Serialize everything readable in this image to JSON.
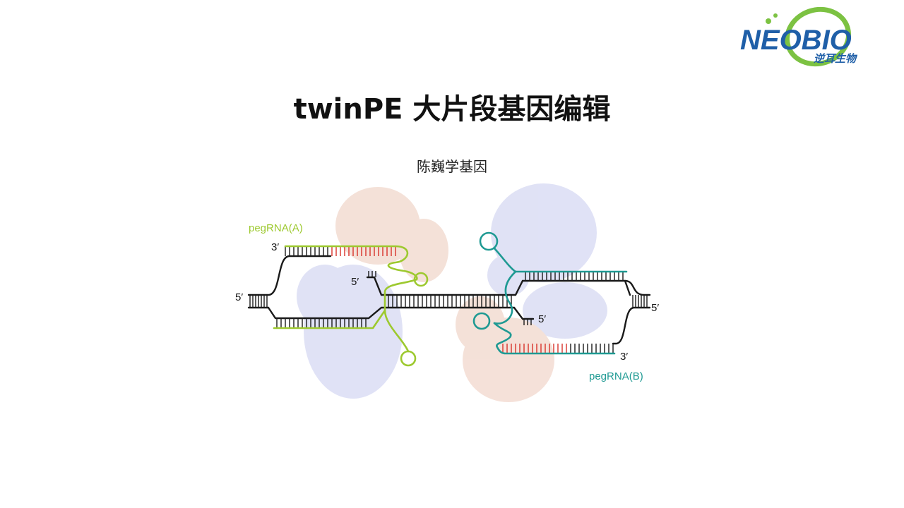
{
  "slide": {
    "title": "twinPE 大片段基因编辑",
    "subtitle": "陈巍学基因"
  },
  "logo": {
    "brand_text": "NEOBIO",
    "chinese_text": "逆耳生物",
    "colors": {
      "primary": "#1f5fa8",
      "accent": "#7cc242"
    }
  },
  "diagram": {
    "labels": {
      "pegrna_a": "pegRNA(A)",
      "pegrna_b": "pegRNA(B)",
      "left_5prime": "5′",
      "right_5prime": "5′",
      "top_3prime": "3′",
      "bottom_3prime": "3′",
      "nick_top_5prime": "5′",
      "nick_bottom_5prime": "5′"
    },
    "colors": {
      "dna": "#1a1a1a",
      "pegrna_a": "#9dc92f",
      "pegrna_b": "#1f9a93",
      "edit": "#d8332b",
      "protein_blue": "#aab0e0",
      "protein_tan": "#dcae98"
    }
  }
}
